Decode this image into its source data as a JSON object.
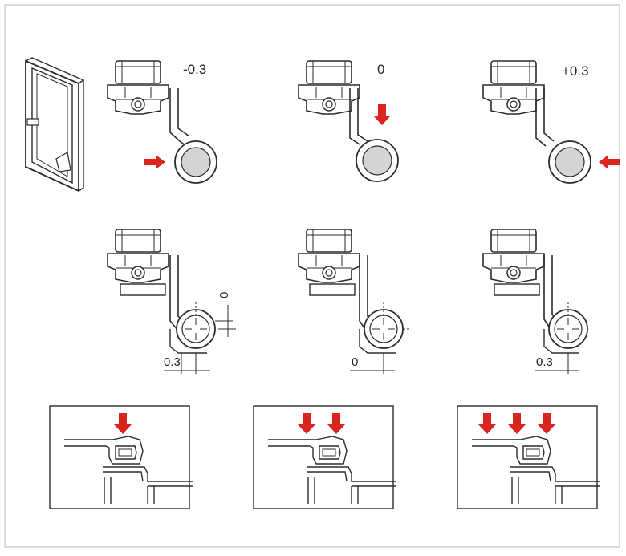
{
  "colors": {
    "arrow_red": "#d9251d",
    "line": "#2b2b2b",
    "roller_fill": "#d4d4d4",
    "border": "#b8b8b8"
  },
  "icons": {
    "window": "window-sash-icon",
    "arrow": "red-arrow-icon",
    "roller": "mushroom-cam-roller-icon",
    "keeper": "locking-keeper-icon",
    "centre_mark": "centre-crosshair-icon"
  },
  "top_row": {
    "left_value": "-0.3",
    "middle_value": "0",
    "right_value": "+0.3"
  },
  "middle_row": {
    "left_offset": "0.3",
    "left_vertical": "0",
    "middle_offset": "0",
    "right_offset": "0.3"
  },
  "bottom_row": {
    "left_arrow_count": 1,
    "middle_arrow_count": 2,
    "right_arrow_count": 3
  }
}
